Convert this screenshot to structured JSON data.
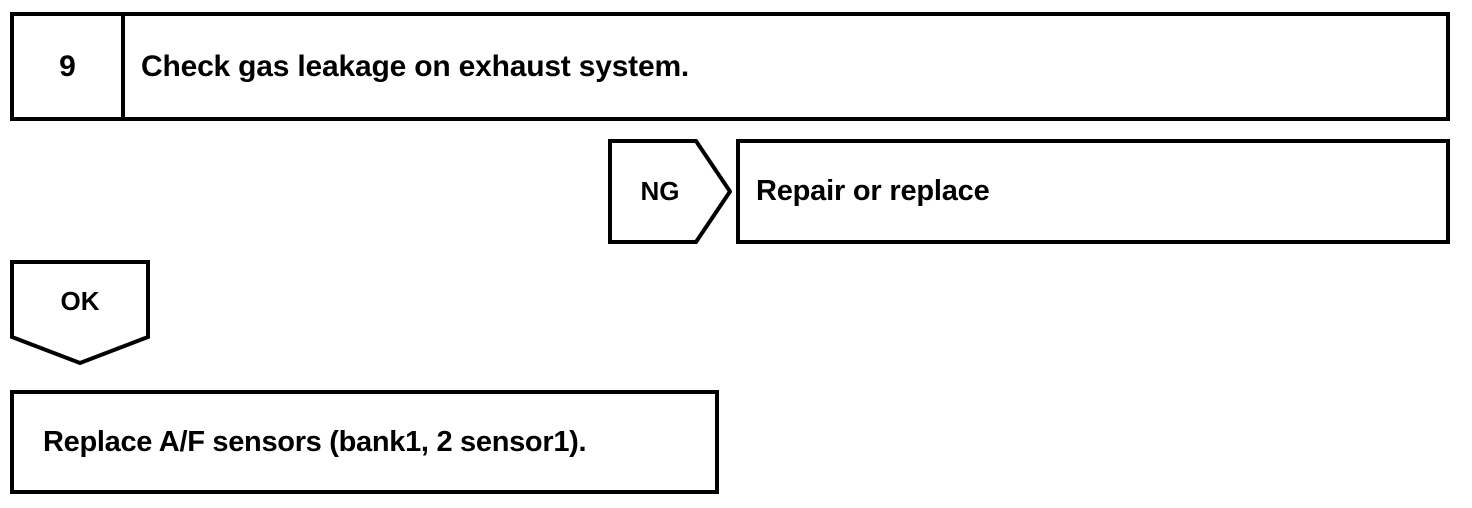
{
  "diagram": {
    "type": "troubleshooting-flowchart",
    "line_color": "#000000",
    "background_color": "#ffffff",
    "text_color": "#000000",
    "step": {
      "number": "9",
      "instruction": "Check gas leakage on exhaust system."
    },
    "branches": [
      {
        "id": "ng",
        "label": "NG",
        "shape": "pentagon-arrow-right",
        "target": {
          "label": "Repair or replace",
          "shape": "rectangle"
        }
      },
      {
        "id": "ok",
        "label": "OK",
        "shape": "pentagon-arrow-down",
        "target": {
          "label": "Replace A/F sensors (bank1, 2 sensor1).",
          "shape": "rectangle"
        }
      }
    ],
    "result": {
      "label": "Replace A/F sensors (bank1, 2 sensor1)."
    },
    "ng_result": {
      "label": "Repair or replace"
    }
  }
}
